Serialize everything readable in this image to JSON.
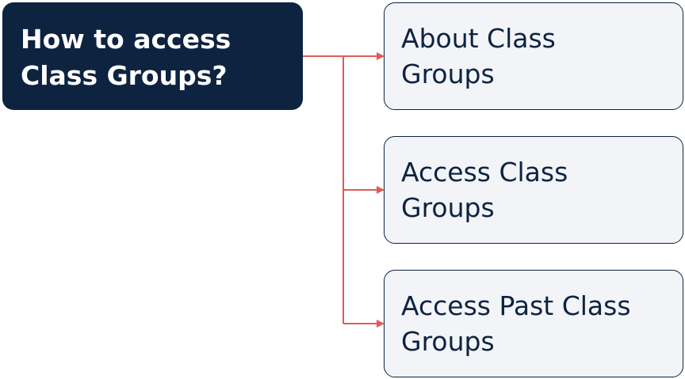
{
  "colors": {
    "root_fill": "#0d2340",
    "child_fill": "#f2f4f8",
    "child_border": "#0d2340",
    "connector": "#e05a5a"
  },
  "root": {
    "line1": "How to access",
    "line2": "Class Groups?"
  },
  "children": [
    {
      "line1": "About Class",
      "line2": "Groups"
    },
    {
      "line1": "Access Class",
      "line2": "Groups"
    },
    {
      "line1": "Access Past Class",
      "line2": "Groups"
    }
  ]
}
